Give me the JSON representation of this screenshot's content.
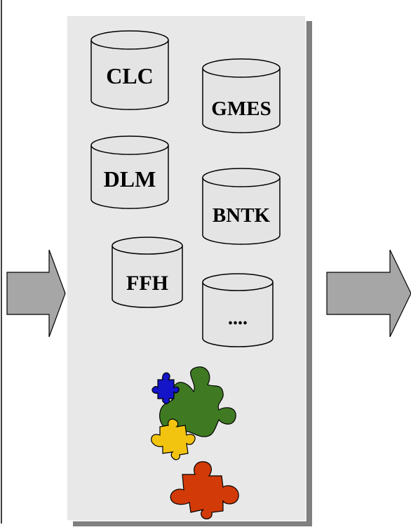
{
  "databases": [
    {
      "label": "CLC"
    },
    {
      "label": "GMES"
    },
    {
      "label": "DLM"
    },
    {
      "label": "BNTK"
    },
    {
      "label": "FFH"
    },
    {
      "label": "...."
    }
  ],
  "colors": {
    "panel_fill": "#e8e8e8",
    "panel_shadow": "#808080",
    "arrow_fill": "#a6a6a6",
    "cylinder_fill": "#e4e4e4",
    "puzzle_blue": "#1414c8",
    "puzzle_green": "#3f7a22",
    "puzzle_yellow": "#f2c40f",
    "puzzle_red": "#d23a08"
  },
  "icons": [
    "left-arrow-icon",
    "right-arrow-icon",
    "puzzle-pieces-icon"
  ]
}
